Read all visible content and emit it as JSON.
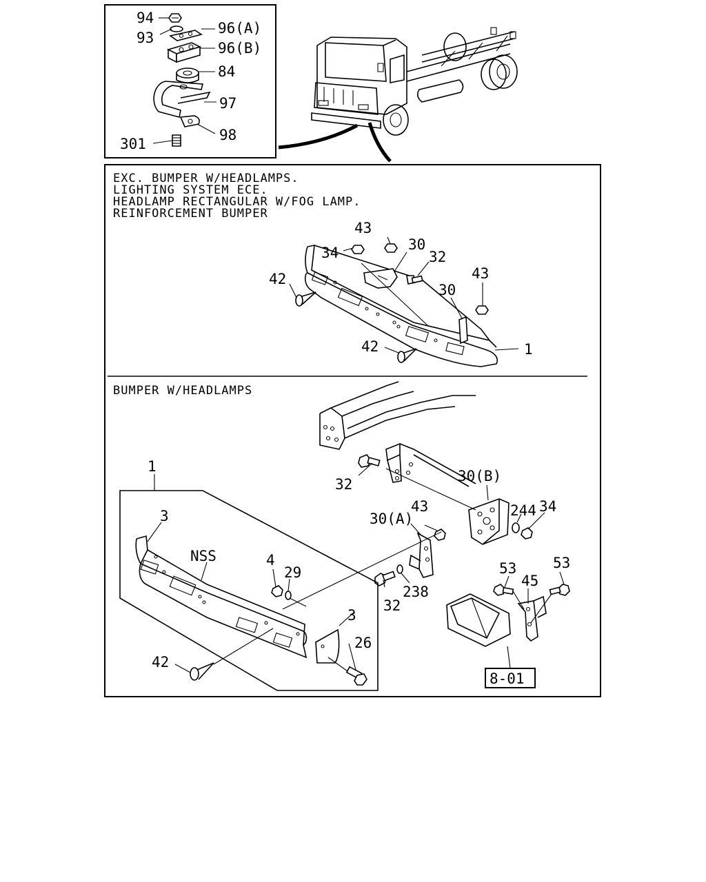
{
  "inset": {
    "labels": [
      "94",
      "93",
      "96(A)",
      "96(B)",
      "84",
      "97",
      "98",
      "301"
    ]
  },
  "section_top": {
    "notes": [
      "EXC. BUMPER W/HEADLAMPS.",
      "LIGHTING SYSTEM ECE.",
      "HEADLAMP RECTANGULAR W/FOG LAMP.",
      "REINFORCEMENT BUMPER"
    ],
    "labels": [
      "43",
      "34",
      "30",
      "32",
      "42",
      "43",
      "30",
      "42",
      "1"
    ]
  },
  "section_bottom": {
    "note": "BUMPER W/HEADLAMPS",
    "labels": [
      "32",
      "30(B)",
      "244",
      "34",
      "43",
      "30(A)",
      "1",
      "3",
      "NSS",
      "4",
      "29",
      "32",
      "238",
      "53",
      "45",
      "53",
      "3",
      "26",
      "42"
    ],
    "reference": "8-01"
  }
}
